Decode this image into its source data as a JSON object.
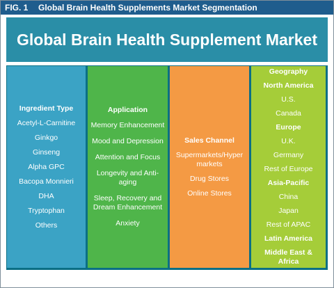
{
  "figure": {
    "label": "FIG. 1",
    "title": "Global Brain Health Supplements Market Segmentation"
  },
  "main_title": "Global Brain Health Supplement Market",
  "columns": [
    {
      "heading": "Ingredient Type",
      "color": "#3ba3c5",
      "items": [
        "Acetyl-L-Carnitine",
        "Ginkgo",
        "Ginseng",
        "Alpha GPC",
        "Bacopa Monnieri",
        "DHA",
        "Tryptophan",
        "Others"
      ]
    },
    {
      "heading": "Application",
      "color": "#4fb54a",
      "items": [
        "Memory Enhancement",
        "Mood and Depression",
        "Attention and Focus",
        "Longevity and Anti-aging",
        "Sleep, Recovery and Dream Enhancement",
        "Anxiety"
      ]
    },
    {
      "heading": "Sales Channel",
      "color": "#f49a44",
      "items": [
        "Supermarkets/Hyper markets",
        "Drug Stores",
        "Online Stores"
      ]
    },
    {
      "heading": "Geography",
      "color": "#a5cd39",
      "regions": [
        {
          "name": "North America",
          "items": [
            "U.S.",
            "Canada"
          ]
        },
        {
          "name": "Europe",
          "items": [
            "U.K.",
            "Germany",
            "Rest of Europe"
          ]
        },
        {
          "name": "Asia-Pacific",
          "items": [
            "China",
            "Japan",
            "Rest of APAC"
          ]
        },
        {
          "name": "Latin America",
          "items": []
        },
        {
          "name": "Middle East & Africa",
          "items": []
        }
      ]
    }
  ]
}
